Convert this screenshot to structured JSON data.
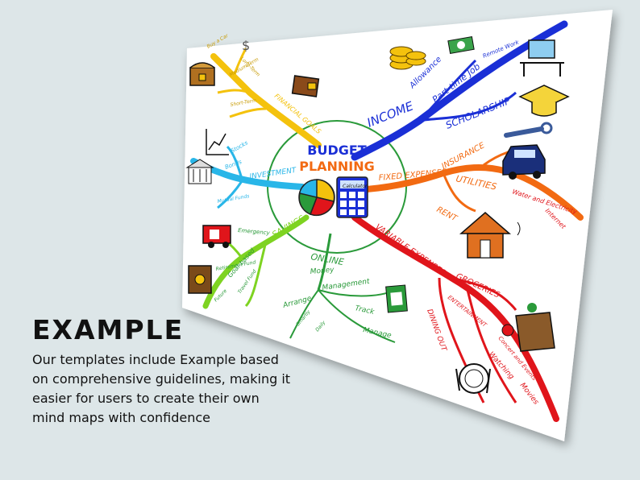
{
  "colors": {
    "background": "#dde6e8",
    "income": "#1a2fd6",
    "fixed": "#f26a12",
    "variable": "#e0151b",
    "online": "#2a9a3a",
    "savings": "#7ed321",
    "investment": "#29b6e8",
    "goals": "#f4c20d"
  },
  "center": {
    "line1": "BUDGET",
    "line2": "PLANNING",
    "calc": "Calculator"
  },
  "branches": {
    "income": {
      "label": "INCOME",
      "allowance": "Allowance",
      "parttime": "Part-time Job",
      "remote": "Remote Work",
      "scholarship": "SCHOLARSHIP"
    },
    "fixed": {
      "label": "FIXED EXPENSES",
      "insurance": "INSURANCE",
      "utilities": "UTILITIES",
      "water": "Water and Electricity",
      "internet": "Internet",
      "rent": "RENT"
    },
    "variable": {
      "label": "VARIABLE EXPENSES",
      "groceries": "GROCERIES",
      "entertainment": "ENTERTAINMENT",
      "concert": "Concert and Events",
      "watching": "Watching",
      "movies": "Movies",
      "dining": "DINING OUT"
    },
    "online": {
      "label": "ONLINE",
      "money": "Money",
      "management": "Management",
      "track": "Track",
      "manage": "Manage",
      "arrange": "Arrange",
      "smartly": "Smartly",
      "daily": "Daily"
    },
    "savings": {
      "label": "SAVINGS",
      "emergency": "Emergency",
      "goals": "Goal-based",
      "retirement": "Retirement Fund",
      "travel": "Travel Fund",
      "future": "Future"
    },
    "investment": {
      "label": "INVESTMENT",
      "stocks": "Stocks",
      "bonds": "Bonds",
      "mutual": "Mutual Funds"
    },
    "goals": {
      "label": "FINANCIAL GOALS",
      "longterm": "Long-Term",
      "mediumterm": "Medium-Term",
      "shortterm": "Short-Term",
      "buy": "Buy a Car"
    }
  },
  "example": {
    "title": "EXAMPLE",
    "line1": "Our templates include Example based",
    "line2": "on comprehensive guidelines, making it",
    "line3": "easier for users to create their own",
    "line4": "mind maps with confidence"
  }
}
